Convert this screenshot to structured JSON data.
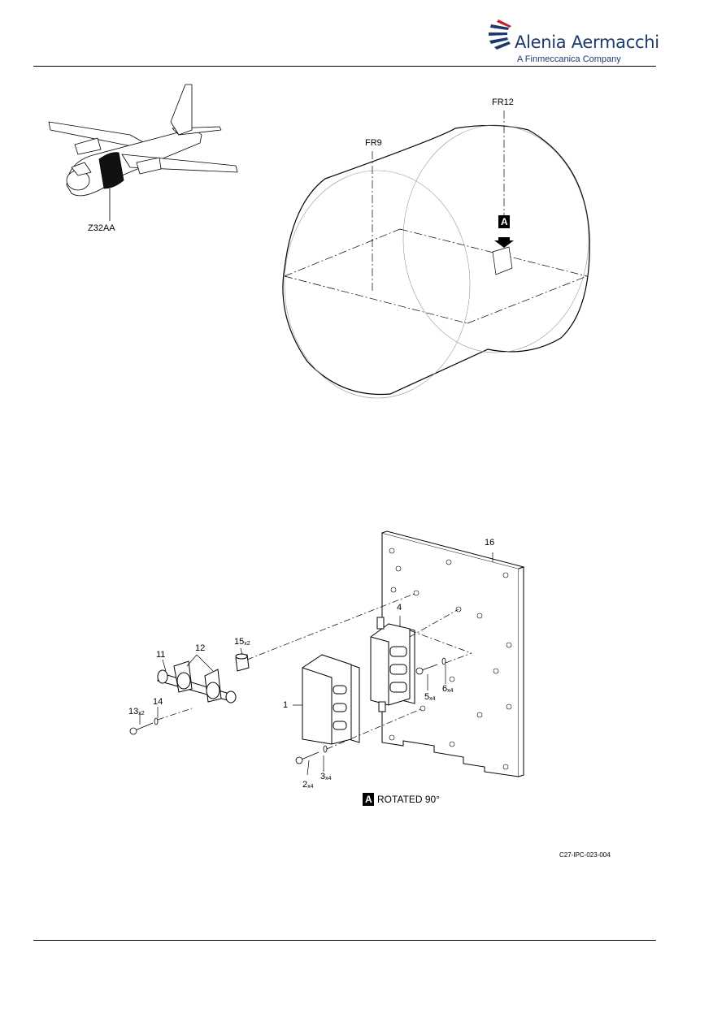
{
  "header": {
    "company_name": "Alenia Aermacchi",
    "company_tagline": "A Finmeccanica Company",
    "brand_color": "#1d3a6e",
    "accent_color": "#c8202a"
  },
  "locator": {
    "zone_label": "Z32AA",
    "frames": [
      "FR9",
      "FR12"
    ],
    "view_marker": "A"
  },
  "detail": {
    "view_marker": "A",
    "view_caption": "ROTATED 90°",
    "callouts": [
      {
        "item": "1",
        "qty": ""
      },
      {
        "item": "2",
        "qty": "x4"
      },
      {
        "item": "3",
        "qty": "x4"
      },
      {
        "item": "4",
        "qty": ""
      },
      {
        "item": "5",
        "qty": "x4"
      },
      {
        "item": "6",
        "qty": "x4"
      },
      {
        "item": "11",
        "qty": ""
      },
      {
        "item": "12",
        "qty": ""
      },
      {
        "item": "13",
        "qty": "x2"
      },
      {
        "item": "14",
        "qty": ""
      },
      {
        "item": "15",
        "qty": "x2"
      },
      {
        "item": "16",
        "qty": ""
      }
    ]
  },
  "figure_ref": "C27-IPC-023-004"
}
